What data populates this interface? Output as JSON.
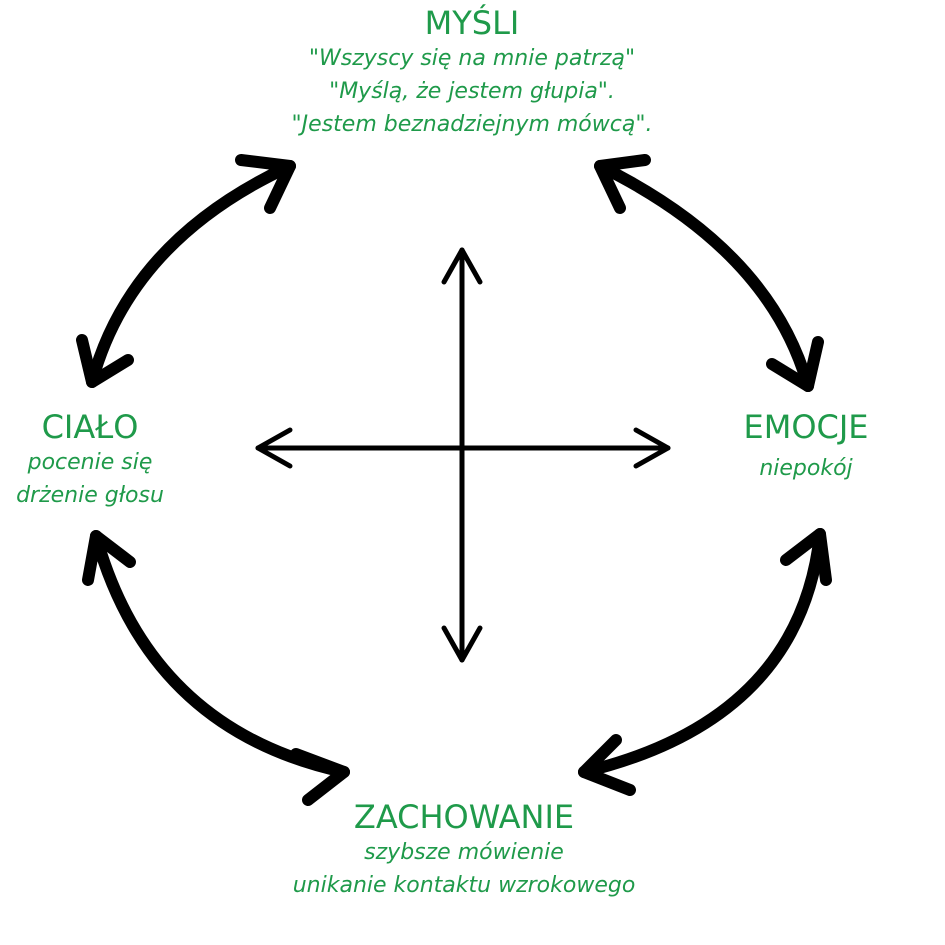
{
  "nodes": {
    "thoughts": {
      "heading": "MYŚLI",
      "details": [
        "\"Wszyscy się na mnie patrzą\"",
        "\"Myślą, że jestem głupia\".",
        "\"Jestem beznadziejnym mówcą\"."
      ]
    },
    "emotions": {
      "heading": "EMOCJE",
      "details": [
        "niepokój"
      ]
    },
    "body": {
      "heading": "CIAŁO",
      "details": [
        "pocenie się",
        "drżenie głosu"
      ]
    },
    "behavior": {
      "heading": "ZACHOWANIE",
      "details": [
        "szybsze mówienie",
        "unikanie kontaktu wzrokowego"
      ]
    }
  },
  "colors": {
    "label_green": "#1f9a4a",
    "arrow_black": "#000000"
  }
}
